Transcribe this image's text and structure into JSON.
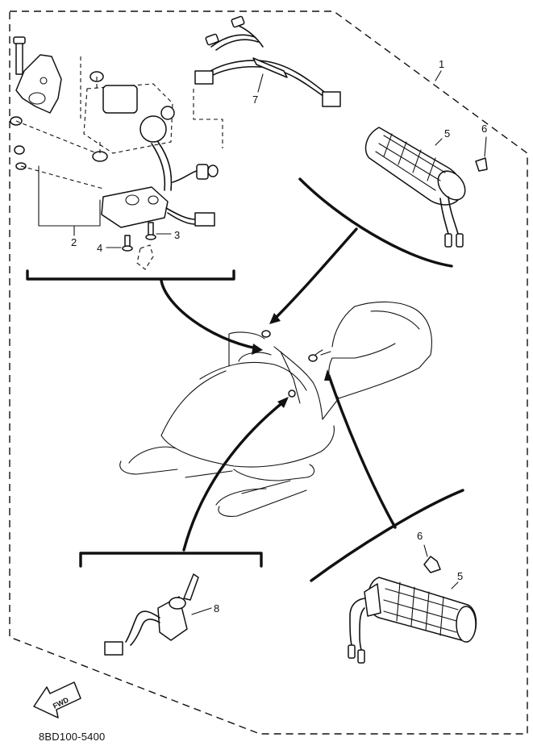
{
  "diagram_code": "8BD100-5400",
  "fwd_label": "FWD",
  "callouts": {
    "c1": "1",
    "c2": "2",
    "c3": "3",
    "c4": "4",
    "c5_top": "5",
    "c6_top": "6",
    "c7": "7",
    "c8": "8",
    "c6_bottom": "6",
    "c5_bottom": "5"
  }
}
